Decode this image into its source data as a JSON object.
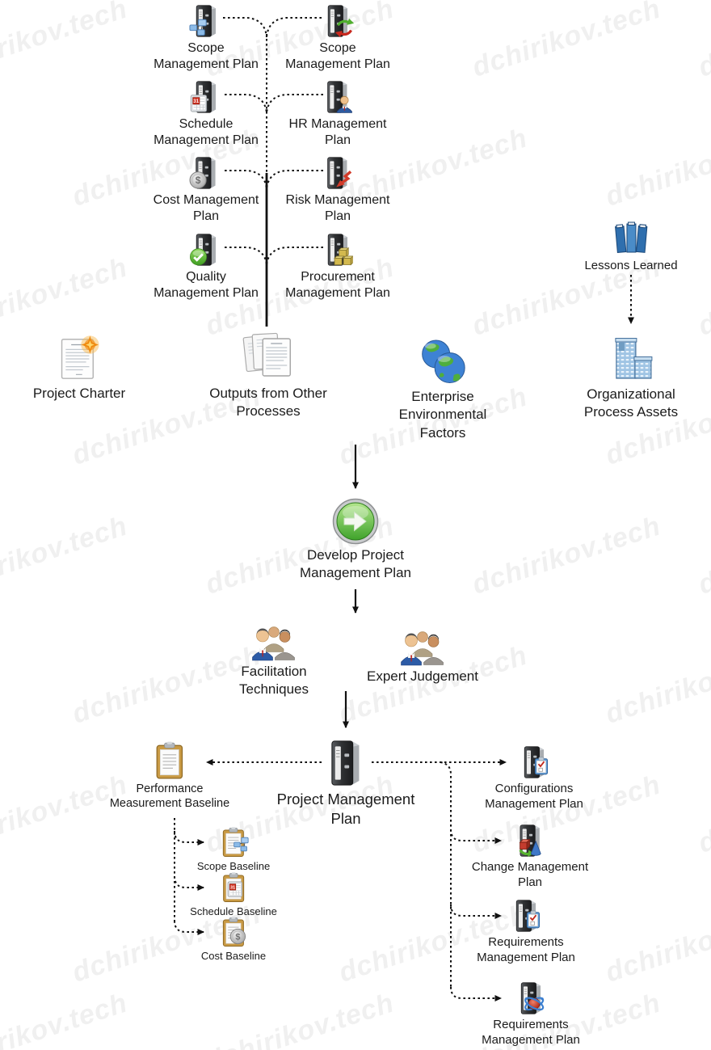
{
  "watermark": {
    "text": "dchirikov.tech"
  },
  "colors": {
    "line": "#111111",
    "text": "#1b1b1b",
    "watermark": "#f0f0f0",
    "accent_green": "#4fae2e",
    "accent_red": "#c43c2e",
    "accent_blue": "#3e82d4",
    "binder_dark": "#2a2c2e",
    "clipboard_tan": "#c99a44",
    "procurement_gold": "#d3b94e"
  },
  "icons": {
    "calendar_day": "31",
    "dollar_sign": "$"
  },
  "nodes": {
    "scope_mp_left": {
      "label": "Scope\nManagement Plan",
      "icon": "binder-orgchart-icon"
    },
    "scope_mp_right": {
      "label": "Scope\nManagement Plan",
      "icon": "binder-refresh-icon"
    },
    "schedule_mp": {
      "label": "Schedule\nManagement Plan",
      "icon": "binder-calendar-icon"
    },
    "hr_mp": {
      "label": "HR Management\nPlan",
      "icon": "binder-person-icon"
    },
    "cost_mp": {
      "label": "Cost Management\nPlan",
      "icon": "binder-coin-icon"
    },
    "risk_mp": {
      "label": "Risk Management\nPlan",
      "icon": "binder-risk-arrow-icon"
    },
    "quality_mp": {
      "label": "Quality\nManagement Plan",
      "icon": "binder-check-icon"
    },
    "procurement_mp": {
      "label": "Procurement\nManagement Plan",
      "icon": "binder-packages-icon"
    },
    "project_charter": {
      "label": "Project Charter",
      "icon": "document-star-icon"
    },
    "outputs_other": {
      "label": "Outputs from Other\nProcesses",
      "icon": "documents-stack-icon"
    },
    "eef": {
      "label": "Enterprise\nEnvironmental\nFactors",
      "icon": "globes-icon"
    },
    "opa": {
      "label": "Organizational\nProcess Assets",
      "icon": "building-icon"
    },
    "lessons_learned": {
      "label": "Lessons Learned",
      "icon": "books-icon"
    },
    "develop_pmp": {
      "label": "Develop Project\nManagement Plan",
      "icon": "green-arrow-button-icon"
    },
    "facilitation": {
      "label": "Facilitation\nTechniques",
      "icon": "people-group-icon"
    },
    "expert_judgement": {
      "label": "Expert Judgement",
      "icon": "people-group-icon"
    },
    "pmp": {
      "label": "Project Management\nPlan",
      "icon": "binder-large-icon"
    },
    "pmb": {
      "label": "Performance\nMeasurement Baseline",
      "icon": "clipboard-icon"
    },
    "scope_baseline": {
      "label": "Scope Baseline",
      "icon": "clipboard-orgchart-icon"
    },
    "schedule_baseline": {
      "label": "Schedule Baseline",
      "icon": "clipboard-calendar-icon"
    },
    "cost_baseline": {
      "label": "Cost Baseline",
      "icon": "clipboard-coin-icon"
    },
    "config_mp": {
      "label": "Configurations\nManagement Plan",
      "icon": "binder-checklist-icon"
    },
    "change_mp": {
      "label": "Change Management\nPlan",
      "icon": "binder-change-icon"
    },
    "req_mp_1": {
      "label": "Requirements\nManagement Plan",
      "icon": "binder-checklist-icon"
    },
    "req_mp_2": {
      "label": "Requirements\nManagement Plan",
      "icon": "binder-atom-icon"
    }
  }
}
